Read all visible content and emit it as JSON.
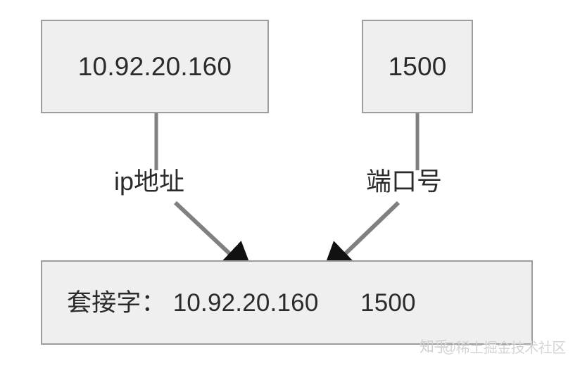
{
  "diagram": {
    "title": "socket-composition-diagram",
    "type": "flow",
    "colors": {
      "box_fill": "#efefef",
      "box_border": "#9d9d9d",
      "connector": "#808080",
      "arrowhead": "#111111",
      "text": "#2b2b2b",
      "watermark": "#cfcfcf",
      "background": "#ffffff"
    },
    "nodes": {
      "ip_box": {
        "label": "10.92.20.160",
        "role": "ip-address-value"
      },
      "port_box": {
        "label": "1500",
        "role": "port-number-value"
      },
      "socket_box": {
        "prefix": "套接字：",
        "ip": "10.92.20.160",
        "port": "1500",
        "full_label": "套接字： 10.92.20.160      1500",
        "role": "socket-composed-value"
      }
    },
    "edge_labels": {
      "ip": "ip地址",
      "port": "端口号"
    }
  },
  "watermark": {
    "primary": "知乎",
    "secondary": "@稀土掘金技术社区"
  }
}
